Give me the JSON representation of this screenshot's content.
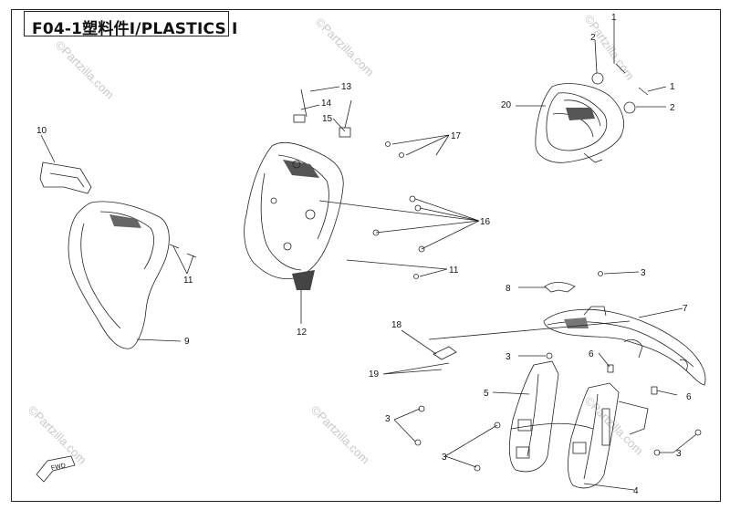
{
  "page": {
    "title": "F04-1塑料件Ⅰ/PLASTICS Ⅰ"
  },
  "watermark": {
    "text": "©Partzilla.com"
  },
  "fwd_label": "FWD",
  "callouts": {
    "c1a": "1",
    "c2a": "2",
    "c20": "20",
    "c1b": "1",
    "c2b": "2",
    "c13": "13",
    "c14": "14",
    "c15": "15",
    "c17": "17",
    "c16": "16",
    "c11a": "11",
    "c11b": "11",
    "c12": "12",
    "c10": "10",
    "c9": "9",
    "c3a": "3",
    "c8": "8",
    "c7": "7",
    "c18": "18",
    "c19": "19",
    "c3b": "3",
    "c6a": "6",
    "c5": "5",
    "c6b": "6",
    "c3c": "3",
    "c3d": "3",
    "c3e": "3",
    "c4": "4"
  }
}
